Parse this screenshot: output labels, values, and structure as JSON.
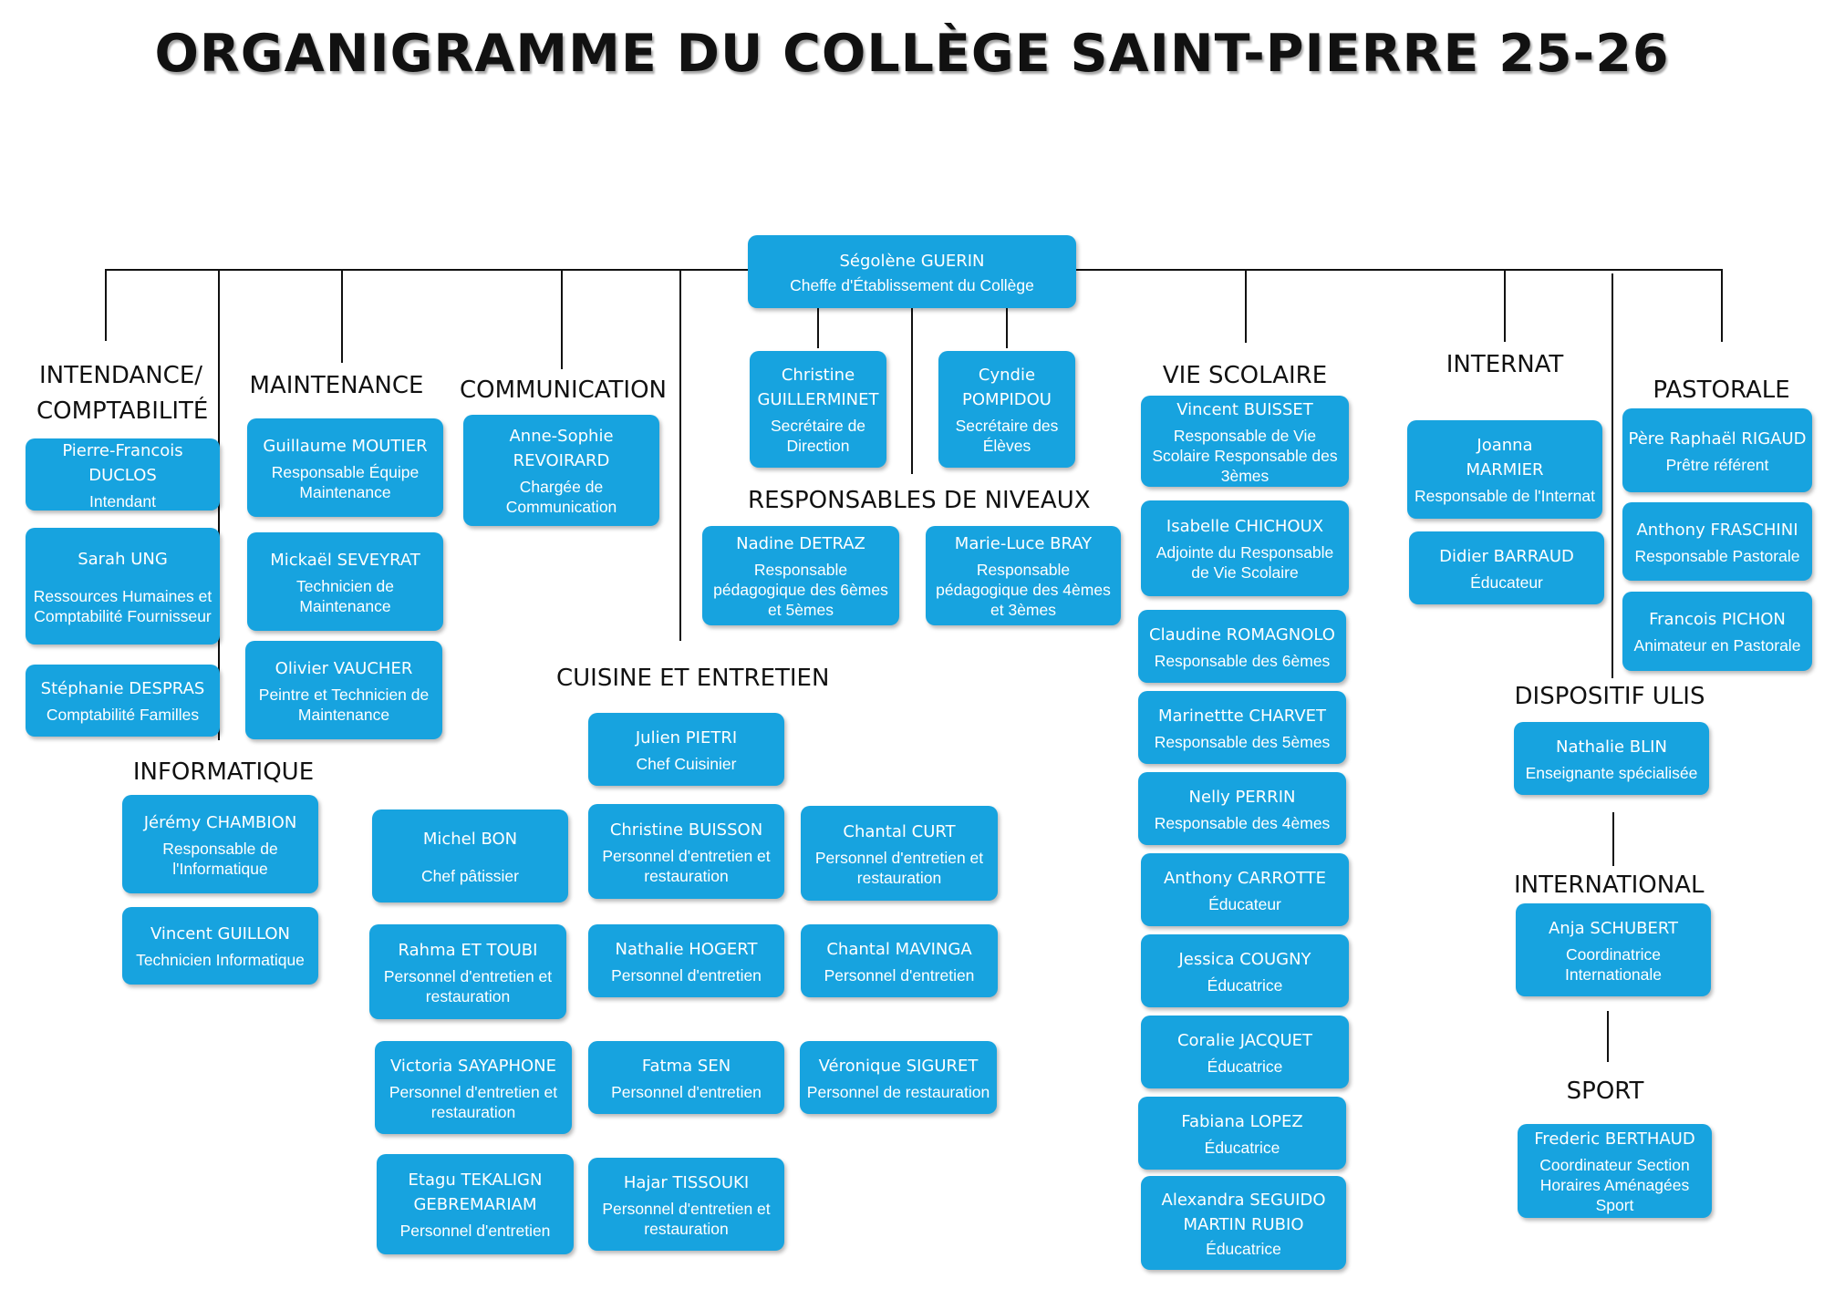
{
  "title": "ORGANIGRAMME DU COLLÈGE SAINT-PIERRE 25-26",
  "colors": {
    "box": "#17a3df",
    "text": "#ffffff",
    "line": "#111111"
  },
  "head": {
    "name": "Ségolène GUERIN",
    "role": "Cheffe d'Établissement du Collège"
  },
  "secretariat": [
    {
      "name": "Christine GUILLERMINET",
      "role": "Secrétaire de Direction"
    },
    {
      "name": "Cyndie POMPIDOU",
      "role": "Secrétaire des Élèves"
    }
  ],
  "sections": {
    "intendance": {
      "title": "INTENDANCE/ COMPTABILITÉ",
      "people": [
        {
          "name": "Pierre-Francois DUCLOS",
          "role": "Intendant"
        },
        {
          "name": "Sarah UNG",
          "role": "Ressources Humaines et Comptabilité Fournisseur"
        },
        {
          "name": "Stéphanie DESPRAS",
          "role": "Comptabilité Familles"
        }
      ]
    },
    "maintenance": {
      "title": "MAINTENANCE",
      "people": [
        {
          "name": "Guillaume MOUTIER",
          "role": "Responsable Équipe Maintenance"
        },
        {
          "name": "Mickaël SEVEYRAT",
          "role": "Technicien de Maintenance"
        },
        {
          "name": "Olivier VAUCHER",
          "role": "Peintre et Technicien de Maintenance"
        }
      ]
    },
    "communication": {
      "title": "COMMUNICATION",
      "people": [
        {
          "name": "Anne-Sophie REVOIRARD",
          "role": "Chargée de Communication"
        }
      ]
    },
    "informatique": {
      "title": "INFORMATIQUE",
      "people": [
        {
          "name": "Jérémy CHAMBION",
          "role": "Responsable de l'Informatique"
        },
        {
          "name": "Vincent GUILLON",
          "role": "Technicien Informatique"
        }
      ]
    },
    "niveaux": {
      "title": "RESPONSABLES DE NIVEAUX",
      "people": [
        {
          "name": "Nadine DETRAZ",
          "role": "Responsable pédagogique des 6èmes et 5èmes"
        },
        {
          "name": "Marie-Luce BRAY",
          "role": "Responsable pédagogique des 4èmes et 3èmes"
        }
      ]
    },
    "cuisine": {
      "title": "CUISINE ET ENTRETIEN",
      "people": [
        {
          "name": "Julien PIETRI",
          "role": "Chef Cuisinier"
        },
        {
          "name": "Michel BON",
          "role": "Chef pâtissier"
        },
        {
          "name": "Christine BUISSON",
          "role": "Personnel d'entretien et restauration"
        },
        {
          "name": "Chantal CURT",
          "role": "Personnel d'entretien et restauration"
        },
        {
          "name": "Rahma ET TOUBI",
          "role": "Personnel d'entretien et restauration"
        },
        {
          "name": "Nathalie HOGERT",
          "role": "Personnel d'entretien"
        },
        {
          "name": "Chantal MAVINGA",
          "role": "Personnel d'entretien"
        },
        {
          "name": "Victoria SAYAPHONE",
          "role": "Personnel d'entretien et restauration"
        },
        {
          "name": "Fatma SEN",
          "role": "Personnel d'entretien"
        },
        {
          "name": "Véronique SIGURET",
          "role": "Personnel de restauration"
        },
        {
          "name": "Etagu TEKALIGN GEBREMARIAM",
          "role": "Personnel d'entretien"
        },
        {
          "name": "Hajar TISSOUKI",
          "role": "Personnel d'entretien et restauration"
        }
      ]
    },
    "vie_scolaire": {
      "title": "VIE SCOLAIRE",
      "people": [
        {
          "name": "Vincent BUISSET",
          "role": "Responsable de Vie Scolaire Responsable des 3èmes"
        },
        {
          "name": "Isabelle CHICHOUX",
          "role": "Adjointe du Responsable de Vie Scolaire"
        },
        {
          "name": "Claudine ROMAGNOLO",
          "role": "Responsable des 6èmes"
        },
        {
          "name": "Marinettte CHARVET",
          "role": "Responsable des 5èmes"
        },
        {
          "name": "Nelly PERRIN",
          "role": "Responsable des 4èmes"
        },
        {
          "name": "Anthony CARROTTE",
          "role": "Éducateur"
        },
        {
          "name": "Jessica COUGNY",
          "role": "Éducatrice"
        },
        {
          "name": "Coralie JACQUET",
          "role": "Éducatrice"
        },
        {
          "name": "Fabiana LOPEZ",
          "role": "Éducatrice"
        },
        {
          "name": "Alexandra SEGUIDO MARTIN RUBIO",
          "role": "Éducatrice"
        }
      ]
    },
    "internat": {
      "title": "INTERNAT",
      "people": [
        {
          "name": "Joanna MARMIER",
          "role": "Responsable de l'Internat"
        },
        {
          "name": "Didier BARRAUD",
          "role": "Éducateur"
        }
      ]
    },
    "pastorale": {
      "title": "PASTORALE",
      "people": [
        {
          "name": "Père Raphaël RIGAUD",
          "role": "Prêtre  référent"
        },
        {
          "name": "Anthony FRASCHINI",
          "role": "Responsable Pastorale"
        },
        {
          "name": "Francois PICHON",
          "role": "Animateur en Pastorale"
        }
      ]
    },
    "ulis": {
      "title": "DISPOSITIF ULIS",
      "people": [
        {
          "name": "Nathalie BLIN",
          "role": "Enseignante spécialisée"
        }
      ]
    },
    "international": {
      "title": "INTERNATIONAL",
      "people": [
        {
          "name": "Anja SCHUBERT",
          "role": "Coordinatrice Internationale"
        }
      ]
    },
    "sport": {
      "title": "SPORT",
      "people": [
        {
          "name": "Frederic BERTHAUD",
          "role": "Coordinateur Section Horaires Aménagées Sport"
        }
      ]
    }
  }
}
